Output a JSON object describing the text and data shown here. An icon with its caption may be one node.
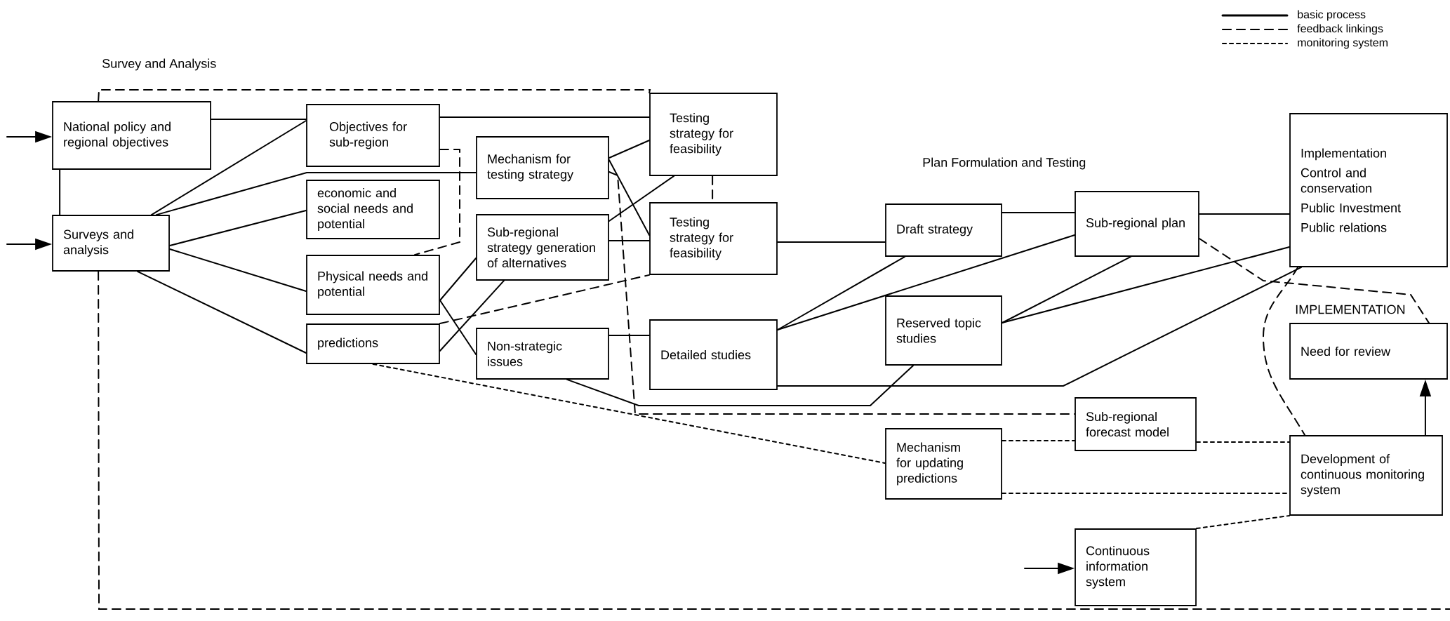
{
  "diagram": {
    "nodes": [
      {
        "text": [
          "National policy and regional objectives"
        ]
      },
      {
        "text": [
          "Surveys and analysis"
        ]
      },
      {
        "text": [
          "Objectives for sub-region"
        ]
      },
      {
        "text": [
          "economic and social needs and potential"
        ]
      },
      {
        "text": [
          "Physical needs and potential"
        ]
      },
      {
        "text": [
          "predictions"
        ]
      },
      {
        "text": [
          "Mechanism for testing strategy"
        ]
      },
      {
        "text": [
          "Sub-regional strategy generation of alternatives"
        ]
      },
      {
        "text": [
          "Non-strategic issues"
        ]
      },
      {
        "text": [
          "Testing strategy for feasibility"
        ]
      },
      {
        "text": [
          "Testing strategy for feasibility"
        ]
      },
      {
        "text": [
          "Detailed studies"
        ]
      },
      {
        "text": [
          "Draft strategy"
        ]
      },
      {
        "text": [
          "Sub-regional plan"
        ]
      },
      {
        "text": [
          "Reserved topic studies"
        ]
      },
      {
        "text": [
          "Implementation",
          "Control and conservation",
          "Public Investment",
          "Public relations"
        ]
      },
      {
        "text": [
          "Need for review"
        ]
      },
      {
        "text": [
          "Sub-regional forecast model"
        ]
      },
      {
        "text": [
          "Mechanism for updating predictions"
        ]
      },
      {
        "text": [
          "Development of continuous monitoring system"
        ]
      },
      {
        "text": [
          "Continuous information system"
        ]
      }
    ],
    "edges": [
      {
        "from": null,
        "to": 0,
        "arrow": "to"
      },
      {
        "from": null,
        "to": 1,
        "arrow": "to"
      },
      {
        "from": 0,
        "to": 1,
        "arrow": "none"
      },
      {
        "from": 0,
        "to": 2,
        "arrow": "none"
      },
      {
        "from": 1,
        "to": 2,
        "arrow": "none"
      },
      {
        "from": 1,
        "to": 6,
        "arrow": "none"
      },
      {
        "from": 1,
        "to": 3,
        "arrow": "none"
      },
      {
        "from": 1,
        "to": 4,
        "arrow": "none"
      },
      {
        "from": 1,
        "to": 5,
        "arrow": "none"
      },
      {
        "from": 2,
        "to": 9,
        "arrow": "none"
      },
      {
        "from": 2,
        "to": 4,
        "arrow": "none",
        "style": "dashed"
      },
      {
        "from": 6,
        "to": 9,
        "arrow": "none"
      },
      {
        "from": 6,
        "to": 10,
        "arrow": "none"
      },
      {
        "from": 7,
        "to": 9,
        "arrow": "none"
      },
      {
        "from": 7,
        "to": 10,
        "arrow": "none"
      },
      {
        "from": 4,
        "to": 7,
        "arrow": "none"
      },
      {
        "from": 4,
        "to": 8,
        "arrow": "none"
      },
      {
        "from": 5,
        "to": 7,
        "arrow": "none"
      },
      {
        "from": 5,
        "to": 10,
        "arrow": "none",
        "style": "dashed"
      },
      {
        "from": 9,
        "to": 10,
        "arrow": "none",
        "style": "dashed"
      },
      {
        "from": 8,
        "to": 11,
        "arrow": "none"
      },
      {
        "from": 8,
        "to": 14,
        "arrow": "none"
      },
      {
        "from": 6,
        "to": 17,
        "arrow": "none",
        "style": "dashed"
      },
      {
        "from": 10,
        "to": 12,
        "arrow": "none"
      },
      {
        "from": 11,
        "to": 12,
        "arrow": "none"
      },
      {
        "from": 11,
        "to": 13,
        "arrow": "none"
      },
      {
        "from": 11,
        "to": 15,
        "arrow": "none"
      },
      {
        "from": 12,
        "to": 13,
        "arrow": "none"
      },
      {
        "from": 14,
        "to": 13,
        "arrow": "none"
      },
      {
        "from": 14,
        "to": 15,
        "arrow": "none"
      },
      {
        "from": 13,
        "to": 15,
        "arrow": "none"
      },
      {
        "from": 13,
        "to": 16,
        "arrow": "none",
        "style": "dashed"
      },
      {
        "from": 15,
        "to": 19,
        "arrow": "none",
        "style": "dashed"
      },
      {
        "from": 19,
        "to": 16,
        "arrow": "to"
      },
      {
        "from": 5,
        "to": 18,
        "arrow": "none",
        "style": "dashed"
      },
      {
        "from": 18,
        "to": 17,
        "arrow": "none",
        "style": "dashed"
      },
      {
        "from": 17,
        "to": 19,
        "arrow": "none",
        "style": "dashed"
      },
      {
        "from": 18,
        "to": 19,
        "arrow": "none",
        "style": "dashed"
      },
      {
        "from": 20,
        "to": 19,
        "arrow": "none",
        "style": "dashed"
      },
      {
        "from": null,
        "to": 20,
        "arrow": "to"
      },
      {
        "from": 0,
        "to": 9,
        "arrow": "none",
        "style": "dashed"
      },
      {
        "from": 1,
        "to": null,
        "arrow": "none",
        "style": "dashed"
      }
    ],
    "labels": [
      "Survey and Analysis",
      "Plan Formulation and Testing",
      "IMPLEMENTATION"
    ],
    "legend": [
      {
        "text": "basic process"
      },
      {
        "text": "feedback linkings"
      },
      {
        "text": "monitoring system"
      }
    ]
  }
}
